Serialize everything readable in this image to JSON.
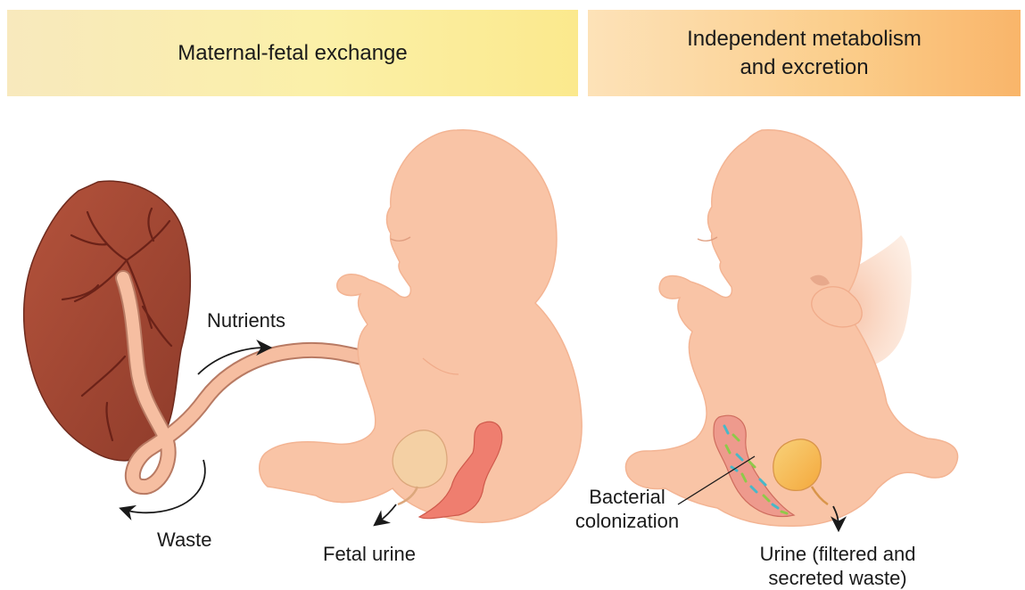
{
  "panels": {
    "left": {
      "title": "Maternal-fetal exchange"
    },
    "right": {
      "title_line1": "Independent metabolism",
      "title_line2": "and excretion"
    }
  },
  "labels": {
    "nutrients": "Nutrients",
    "waste": "Waste",
    "fetal_urine": "Fetal urine",
    "bacterial_line1": "Bacterial",
    "bacterial_line2": "colonization",
    "urine_line1": "Urine (filtered and",
    "urine_line2": "secreted waste)"
  },
  "colors": {
    "skin": "#f9c4a6",
    "skin_edge": "#f2b08e",
    "placenta": "#a24a35",
    "placenta_vein": "#6b2218",
    "cord": "#f6bea1",
    "bladder": "#f4d0a4",
    "bladder_right": "#f6c058",
    "gut_left": "#ef7e6f",
    "gut_right": "#ee9a8d",
    "breast": "#f8cdb5",
    "bacteria": [
      "#48b8c8",
      "#8fc94a"
    ]
  }
}
